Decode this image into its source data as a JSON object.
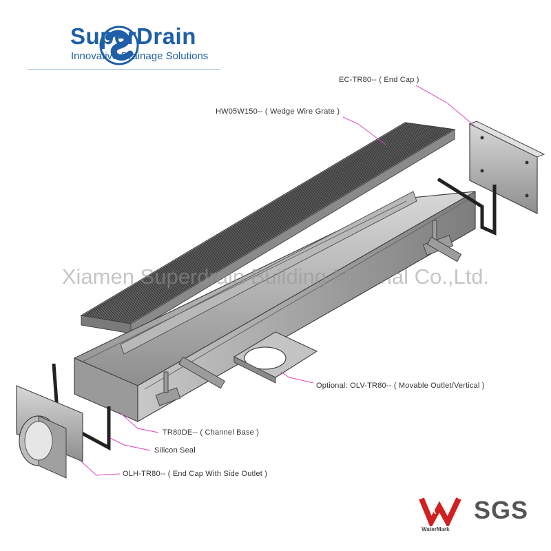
{
  "brand": {
    "name": "SuperDrain",
    "tagline": "Innovative Drainage Solutions",
    "logo_mark_text": "SuperDrain",
    "color": "#1f5fa8"
  },
  "watermark": "Xiamen Superdrain Building Material Co.,Ltd.",
  "parts": {
    "end_cap": "EC-TR80-- ( End Cap )",
    "grate": "HW05W150-- ( Wedge Wire Grate )",
    "outlet": "Optional: OLV-TR80-- ( Movable Outlet/Vertical )",
    "channel": "TR80DE-- ( Channel Base )",
    "seal": "Silicon Seal",
    "side_outlet": "OLH-TR80-- ( End Cap With Side Outlet )"
  },
  "leader_color": "#e040c8",
  "certifications": {
    "watermark_label": "WaterMark",
    "sgs": "SGS"
  }
}
